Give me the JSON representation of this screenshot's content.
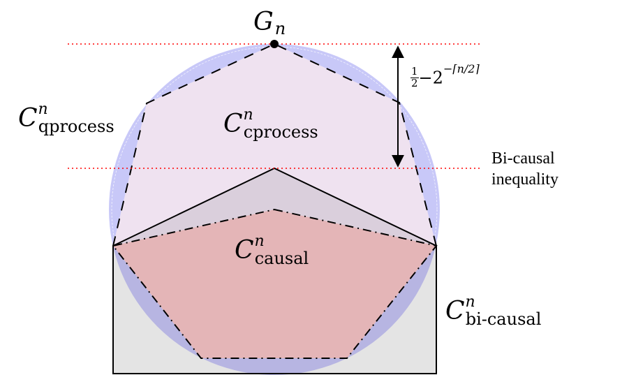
{
  "diagram": {
    "title": "Polytopes of correlation sets",
    "colors": {
      "qprocess_fill": "#c8c8f8",
      "cprocess_fill": "#efe2f0",
      "bicausal_fill": "#e4e4e4",
      "bicausal_overlap_fill": "#dacfdc",
      "causal_fill": "#e4b5b7",
      "causal_circle_overlap_fill": "#b7b5e2",
      "inequality_line": "#ff0000",
      "stroke": "#000000"
    },
    "labels": {
      "point": {
        "main": "G",
        "sub": "n"
      },
      "qprocess": {
        "main": "C",
        "sup": "n",
        "sub": "qprocess"
      },
      "cprocess": {
        "main": "C",
        "sup": "n",
        "sub": "cprocess"
      },
      "causal": {
        "main": "C",
        "sup": "n",
        "sub": "causal"
      },
      "bicausal": {
        "main": "C",
        "sup": "n",
        "sub": "bi-causal"
      },
      "gap": {
        "frac_num": "1",
        "frac_den": "2",
        "rest": "−2",
        "exp": "−⌈n/2⌉"
      },
      "inequality": {
        "line1": "Bi-causal",
        "line2": "inequality"
      }
    },
    "sets": [
      {
        "name": "qprocess",
        "shape": "circle",
        "style": "filled"
      },
      {
        "name": "cprocess",
        "shape": "polygon",
        "style": "dashed"
      },
      {
        "name": "bicausal",
        "shape": "pentagon-house",
        "style": "solid"
      },
      {
        "name": "causal",
        "shape": "polygon",
        "style": "dash-dot"
      }
    ]
  }
}
